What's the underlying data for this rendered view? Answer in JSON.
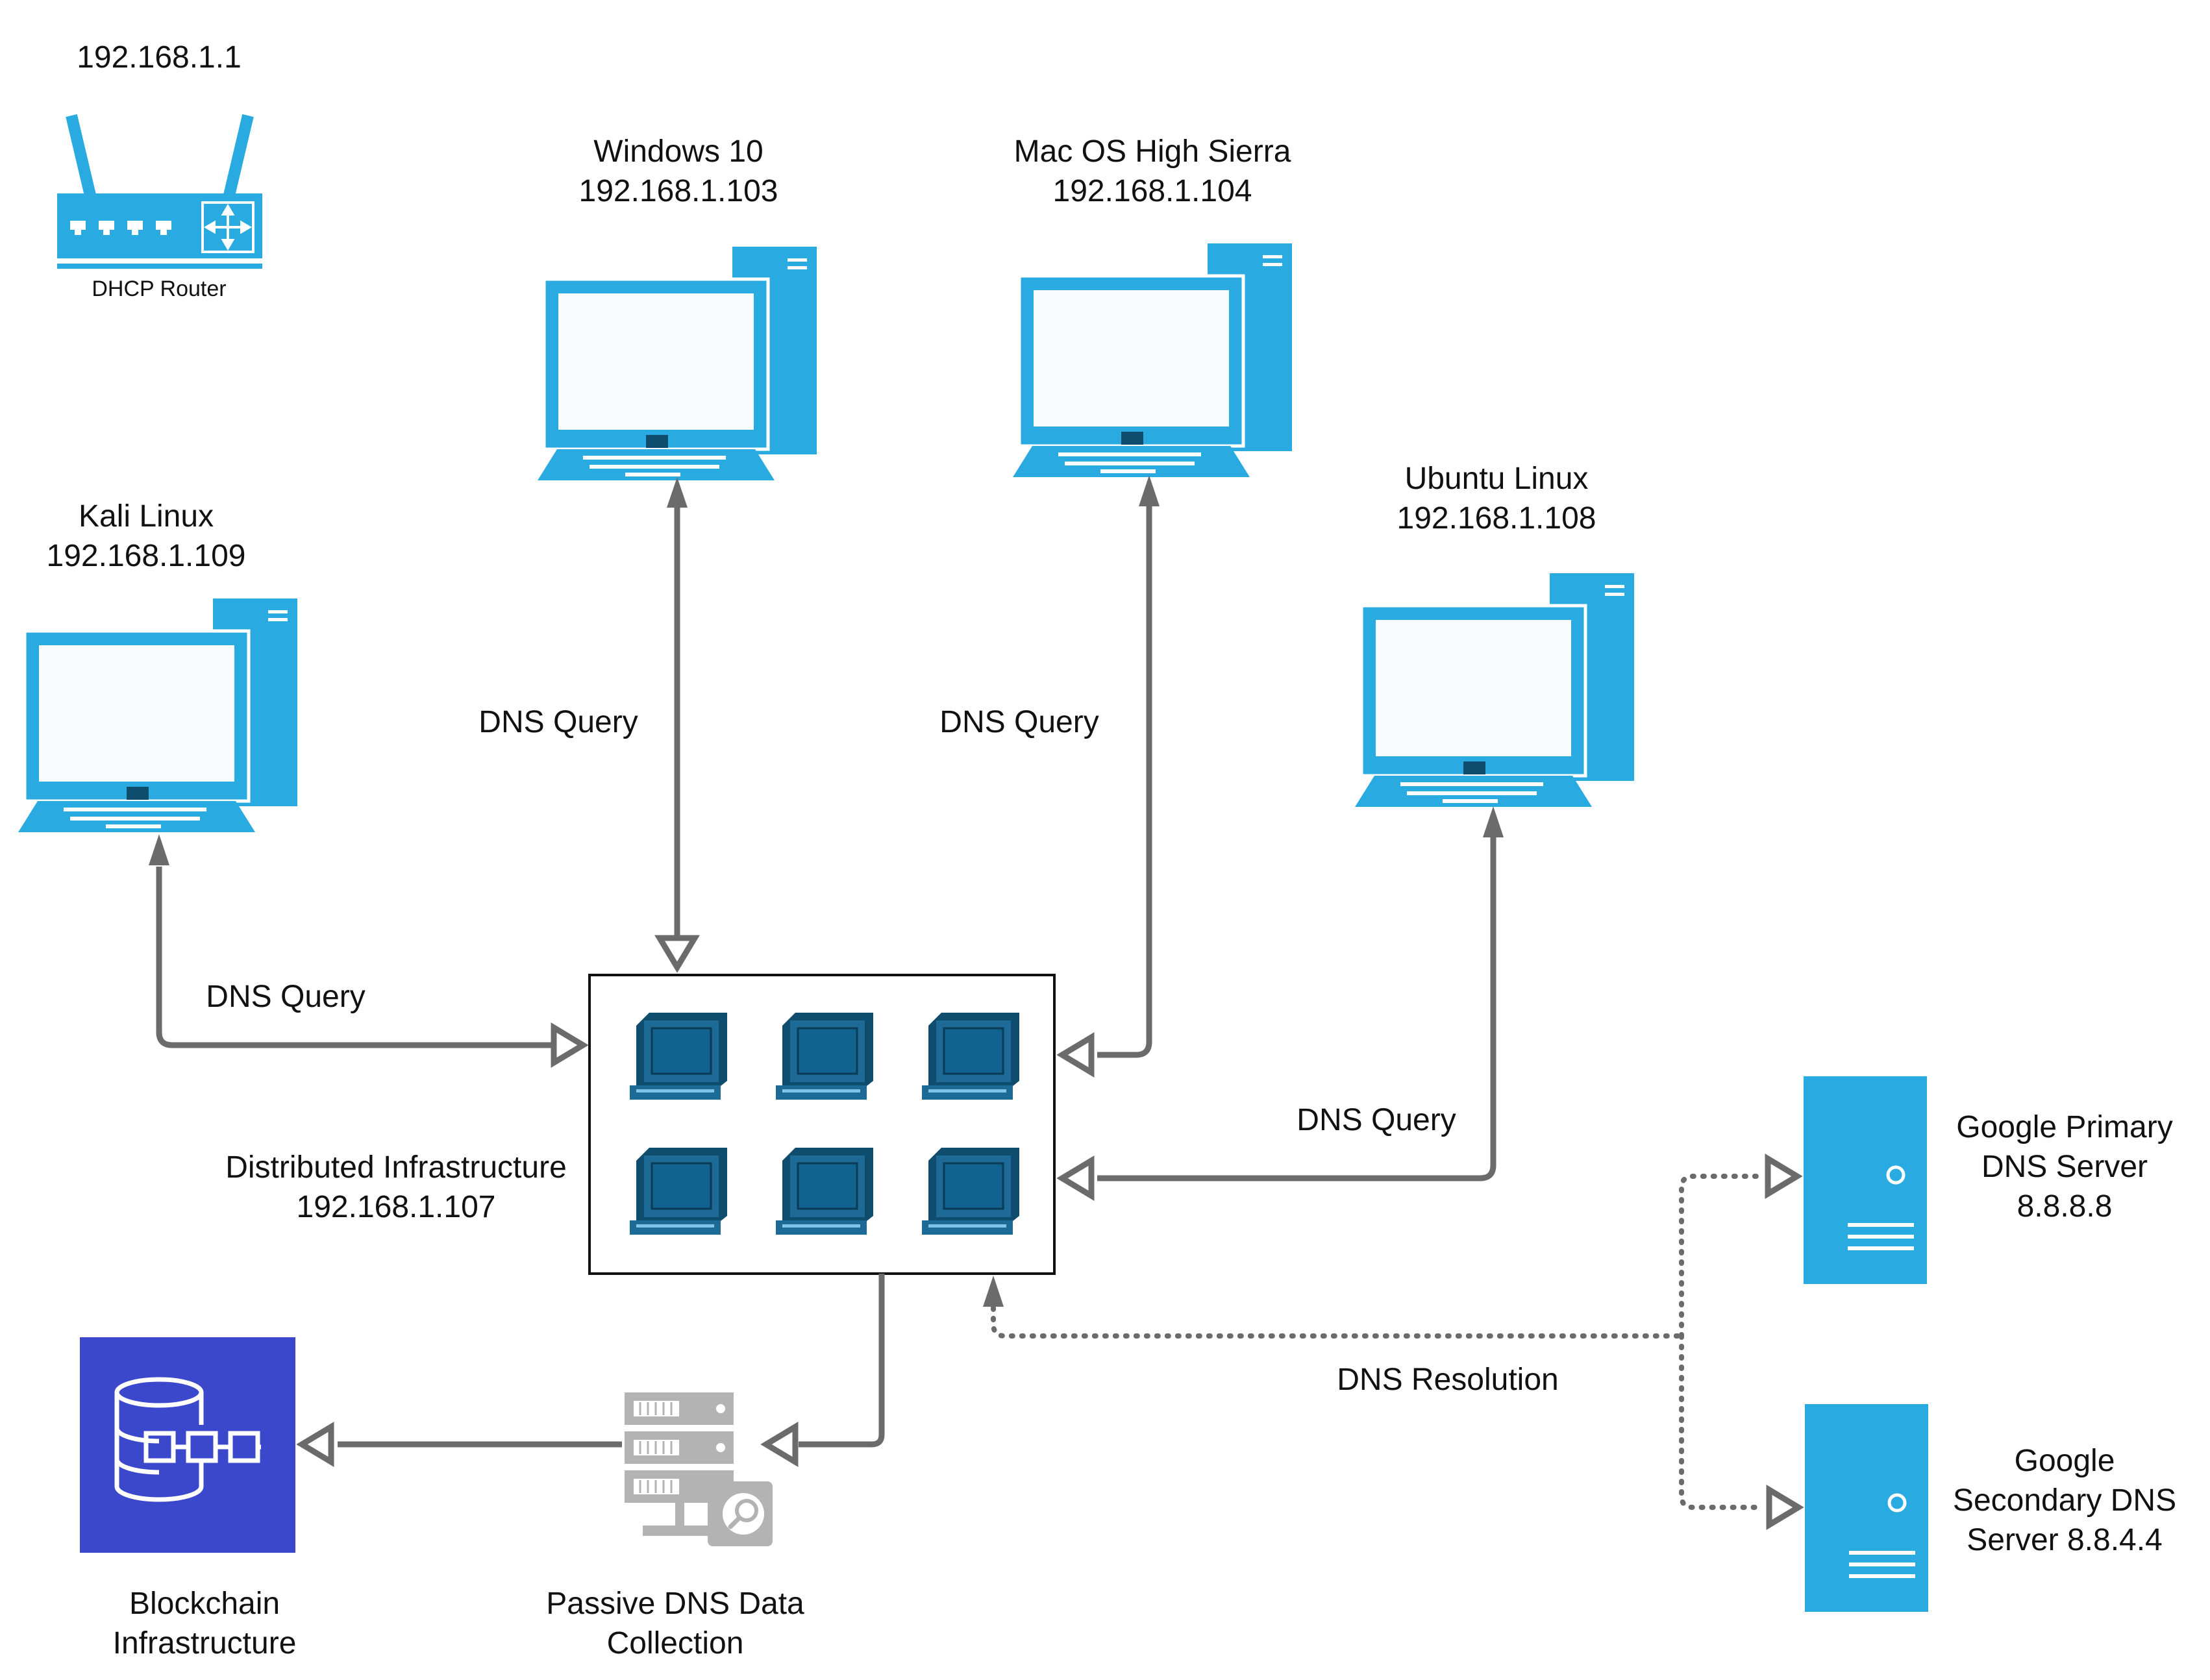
{
  "router": {
    "ip": "192.168.1.1",
    "caption": "DHCP Router"
  },
  "hosts": {
    "windows": {
      "name": "Windows 10",
      "ip": "192.168.1.103"
    },
    "mac": {
      "name": "Mac OS High Sierra",
      "ip": "192.168.1.104"
    },
    "kali": {
      "name": "Kali Linux",
      "ip": "192.168.1.109"
    },
    "ubuntu": {
      "name": "Ubuntu Linux",
      "ip": "192.168.1.108"
    }
  },
  "infrastructure": {
    "name": "Distributed Infrastructure",
    "ip": "192.168.1.107"
  },
  "edges": {
    "windows_query": "DNS Query",
    "mac_query": "DNS Query",
    "kali_query": "DNS Query",
    "ubuntu_query": "DNS Query",
    "resolution": "DNS Resolution"
  },
  "dns_primary": {
    "line1": "Google Primary",
    "line2": "DNS Server",
    "line3": "8.8.8.8"
  },
  "dns_secondary": {
    "line1": "Google",
    "line2": "Secondary DNS",
    "line3": "Server 8.8.4.4"
  },
  "passive": {
    "line1": "Passive DNS Data",
    "line2": "Collection"
  },
  "blockchain": {
    "line1": "Blockchain",
    "line2": "Infrastructure"
  },
  "colors": {
    "device_blue": "#29abe2",
    "screen_blue": "#11638f",
    "blockchain_bg": "#3b48cc",
    "line_gray": "#6b6b6b",
    "server_gray": "#b3b3b3"
  }
}
